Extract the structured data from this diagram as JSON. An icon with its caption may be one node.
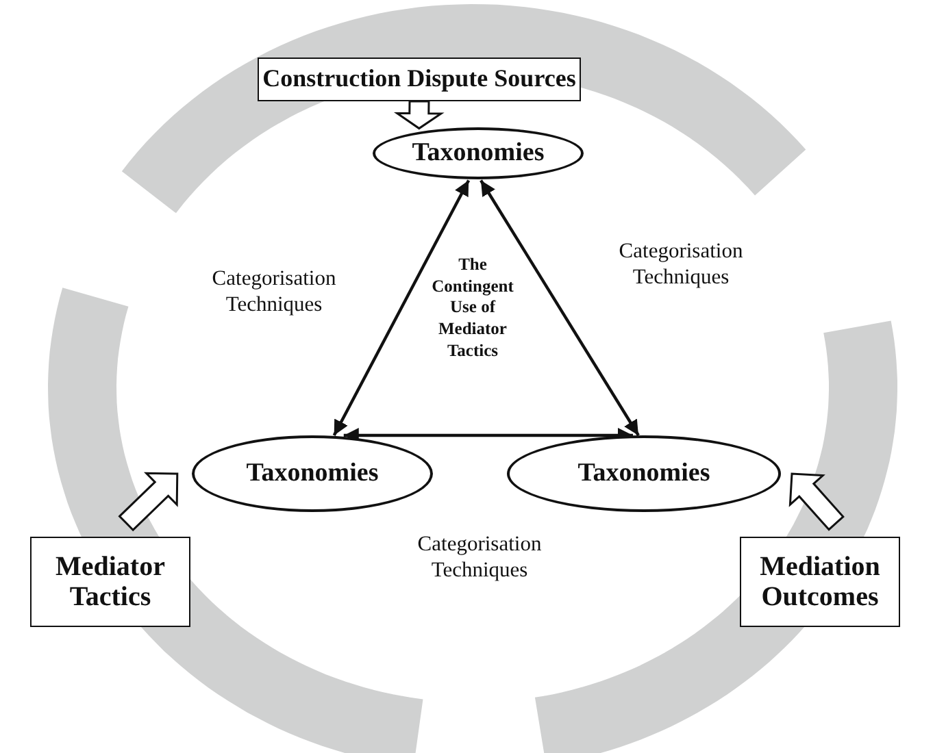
{
  "diagram": {
    "nodes": [
      {
        "text": [
          "Construction Dispute Sources"
        ]
      },
      {
        "text": [
          "Taxonomies"
        ]
      },
      {
        "text": [
          "Taxonomies"
        ]
      },
      {
        "text": [
          "Taxonomies"
        ]
      },
      {
        "text": [
          "Mediator Tactics"
        ]
      },
      {
        "text": [
          "Mediation Outcomes"
        ]
      }
    ],
    "edges": [
      {
        "from": 0,
        "to": 1,
        "arrow": "to",
        "style": "thick"
      },
      {
        "from": 4,
        "to": 2,
        "arrow": "to",
        "style": "thick"
      },
      {
        "from": 5,
        "to": 3,
        "arrow": "to",
        "style": "thick"
      },
      {
        "from": 1,
        "to": 2,
        "arrow": "both"
      },
      {
        "from": 1,
        "to": 3,
        "arrow": "both"
      },
      {
        "from": 2,
        "to": 3,
        "arrow": "both"
      }
    ],
    "labels": [
      "Categorisation Techniques",
      "The Contingent Use of Mediator Tactics",
      "Categorisation Techniques",
      "Categorisation Techniques"
    ]
  }
}
